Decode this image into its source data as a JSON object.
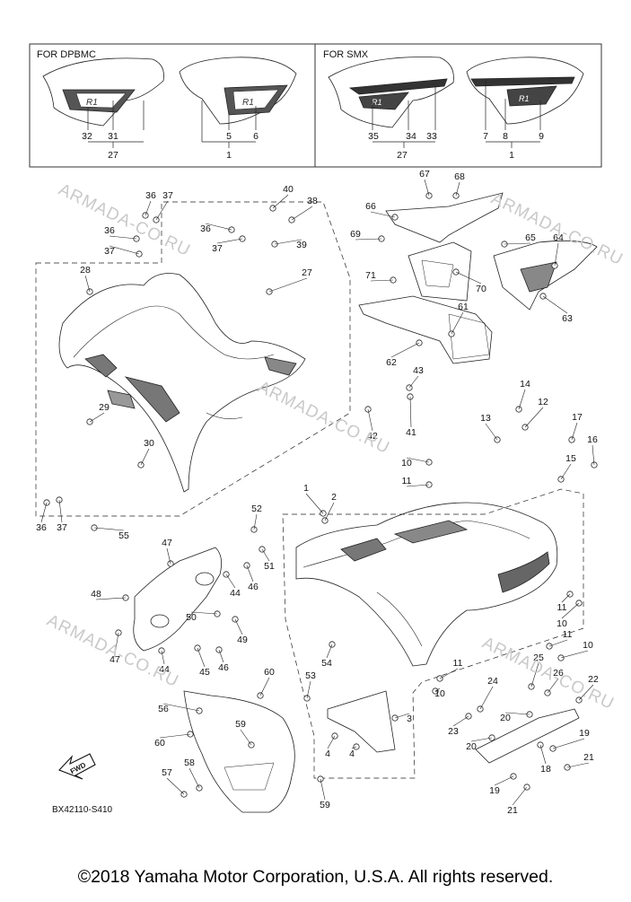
{
  "inset": {
    "left_title": "FOR DPBMC",
    "right_title": "FOR SMX"
  },
  "labels": [
    "1",
    "2",
    "3",
    "4",
    "5",
    "6",
    "7",
    "8",
    "9",
    "10",
    "11",
    "12",
    "13",
    "14",
    "15",
    "16",
    "17",
    "18",
    "19",
    "20",
    "21",
    "22",
    "23",
    "24",
    "25",
    "26",
    "27",
    "28",
    "29",
    "30",
    "31",
    "32",
    "33",
    "34",
    "35",
    "36",
    "37",
    "38",
    "39",
    "40",
    "41",
    "42",
    "43",
    "44",
    "45",
    "46",
    "47",
    "48",
    "49",
    "50",
    "51",
    "52",
    "53",
    "54",
    "55",
    "56",
    "57",
    "58",
    "59",
    "60",
    "61",
    "62",
    "63",
    "64",
    "65",
    "66",
    "67",
    "68",
    "69",
    "70",
    "71"
  ],
  "fwd_label": "FWD",
  "diagram_code": "BX42110-S410",
  "watermark": "ARMADA-CO.RU",
  "copyright": "©2018 Yamaha Motor Corporation, U.S.A. All rights reserved."
}
